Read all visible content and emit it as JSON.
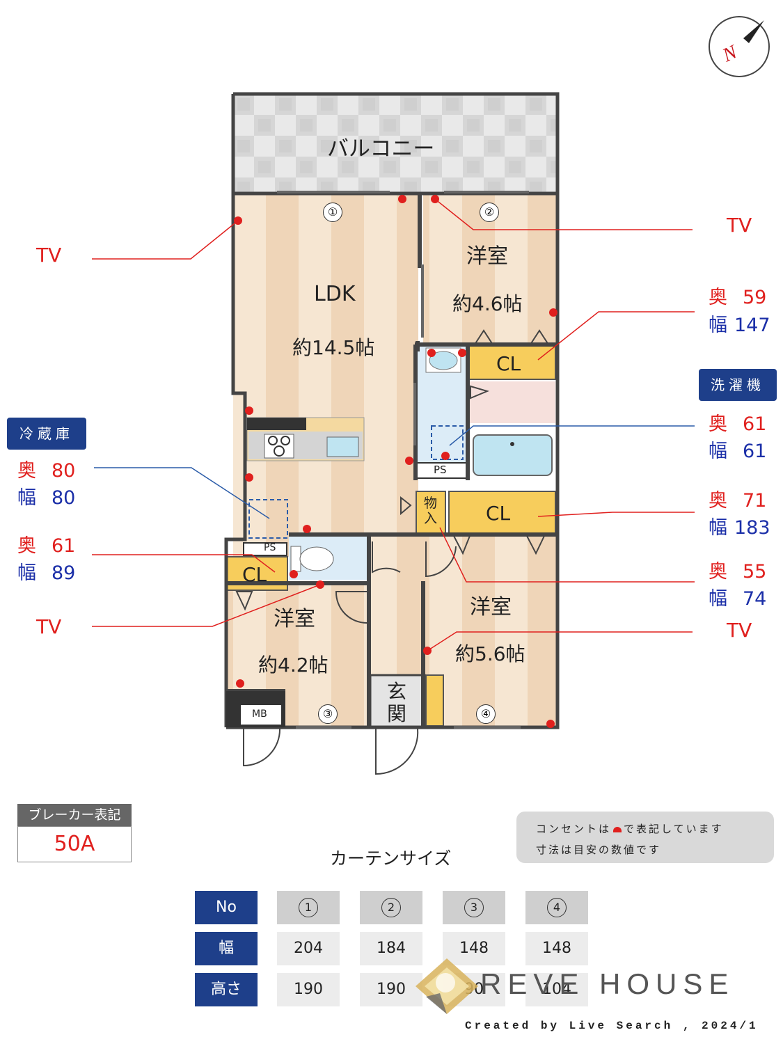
{
  "rooms": {
    "balcony": "バルコニー",
    "ldk_name": "LDK",
    "ldk_size": "約14.5帖",
    "western2_name": "洋室",
    "western2_size": "約4.6帖",
    "western_left_name": "洋室",
    "western_left_size": "約4.2帖",
    "western_right_name": "洋室",
    "western_right_size": "約5.6帖",
    "closet": "CL",
    "storage": "物入",
    "entrance": "玄関",
    "ps": "PS",
    "mb": "MB"
  },
  "window_numbers": [
    "①",
    "②",
    "③",
    "④"
  ],
  "tv_label": "TV",
  "fridge": {
    "tag": "冷蔵庫",
    "depth_label": "奥",
    "depth": "80",
    "width_label": "幅",
    "width": "80"
  },
  "washer": {
    "tag": "洗濯機",
    "depth_label": "奥",
    "depth": "61",
    "width_label": "幅",
    "width": "61"
  },
  "closets": [
    {
      "depth_label": "奥",
      "depth": "59",
      "width_label": "幅",
      "width": "147"
    },
    {
      "depth_label": "奥",
      "depth": "71",
      "width_label": "幅",
      "width": "183"
    },
    {
      "depth_label": "奥",
      "depth": "55",
      "width_label": "幅",
      "width": "74"
    },
    {
      "depth_label": "奥",
      "depth": "61",
      "width_label": "幅",
      "width": "89"
    }
  ],
  "breaker": {
    "label": "ブレーカー表記",
    "value": "50A"
  },
  "note": {
    "line1_a": "コンセントは",
    "line1_b": "で表記しています",
    "line2": "寸法は目安の数値です"
  },
  "curtain": {
    "title": "カーテンサイズ",
    "row_headers": [
      "No",
      "幅",
      "高さ"
    ],
    "numbers": [
      "1",
      "2",
      "3",
      "4"
    ],
    "widths": [
      "204",
      "184",
      "148",
      "148"
    ],
    "heights": [
      "190",
      "190",
      "90",
      "104"
    ]
  },
  "brand": {
    "name": "REVE HOUSE",
    "credit": "Created by Live Search , 2024/1"
  },
  "colors": {
    "outlet_red": "#e0201e",
    "tag_navy": "#1e3f8a",
    "width_blue": "#1b2fa8"
  }
}
